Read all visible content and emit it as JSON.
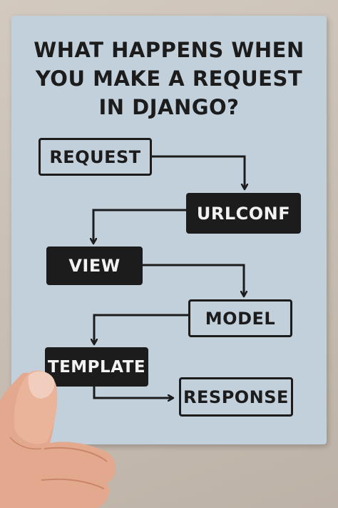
{
  "title_lines": [
    "WHAT HAPPENS WHEN",
    "YOU MAKE A REQUEST",
    "IN DJANGO?"
  ],
  "nodes": {
    "request": "REQUEST",
    "urlconf": "URLCONF",
    "view": "VIEW",
    "model": "MODEL",
    "template": "TEMPLATE",
    "response": "RESPONSE"
  },
  "colors": {
    "card": "#c2d0db",
    "ink": "#1c1c1c",
    "filled_text": "#f2f2f2"
  }
}
